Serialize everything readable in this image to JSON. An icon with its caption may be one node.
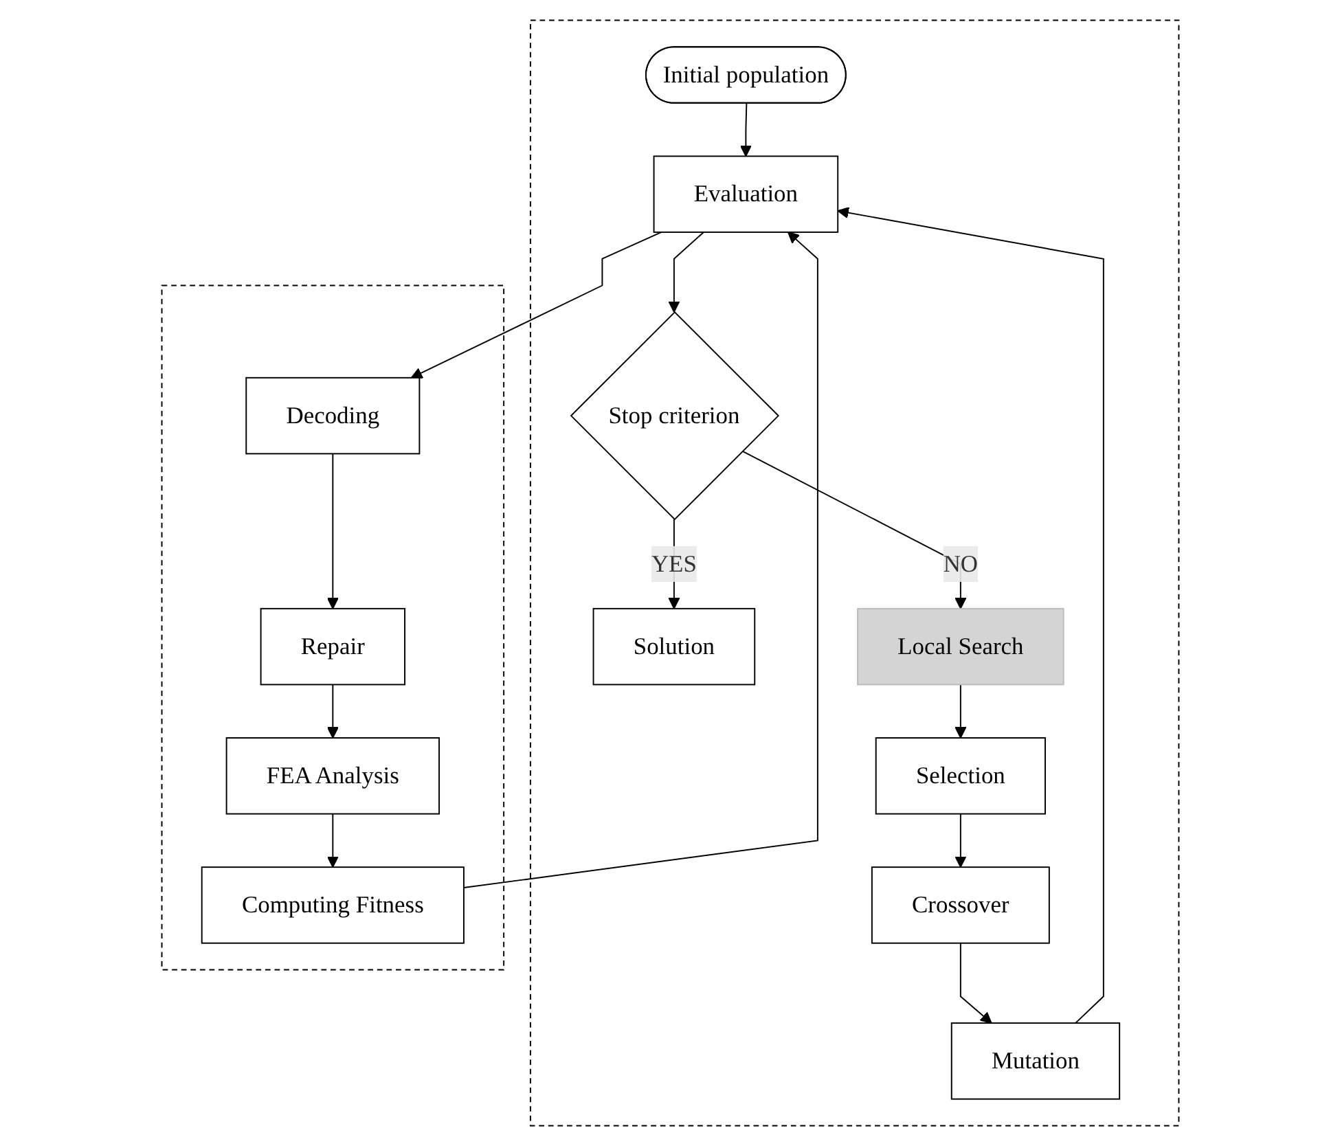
{
  "diagram": {
    "nodes": [
      {
        "text": [],
        "shape": "box"
      },
      {
        "text": [
          "Initial population"
        ],
        "in": 0
      },
      {
        "text": [
          "Evaluation"
        ],
        "in": 0
      },
      {
        "text": [
          "Stop criterion"
        ],
        "in": 0
      },
      {
        "text": [
          "Solution"
        ],
        "in": 0
      },
      {
        "text": [
          "Local Search"
        ],
        "in": 0
      },
      {
        "text": [
          "Selection"
        ],
        "in": 0
      },
      {
        "text": [
          "Crossover"
        ],
        "in": 0
      },
      {
        "text": [
          "Mutation"
        ],
        "in": 0
      },
      {
        "text": [],
        "shape": "box"
      },
      {
        "text": [
          "Decoding"
        ],
        "in": 9
      },
      {
        "text": [
          "Repair"
        ],
        "in": 9
      },
      {
        "text": [
          "FEA Analysis"
        ],
        "in": 9
      },
      {
        "text": [
          "Computing Fitness"
        ],
        "in": 9
      }
    ],
    "edges": [
      {
        "from": 1,
        "to": 2,
        "arrow": "to"
      },
      {
        "from": 2,
        "to": 10,
        "arrow": "to"
      },
      {
        "from": 13,
        "to": 2,
        "arrow": "to"
      },
      {
        "from": 2,
        "to": 3,
        "arrow": "to"
      },
      {
        "from": 3,
        "to": 4,
        "arrow": "to",
        "label": "YES"
      },
      {
        "from": 3,
        "to": 5,
        "arrow": "to",
        "label": "NO"
      },
      {
        "from": 5,
        "to": 6,
        "arrow": "to"
      },
      {
        "from": 6,
        "to": 7,
        "arrow": "to"
      },
      {
        "from": 7,
        "to": 8,
        "arrow": "to"
      },
      {
        "from": 8,
        "to": 2,
        "arrow": "to"
      },
      {
        "from": 10,
        "to": 11,
        "arrow": "to"
      },
      {
        "from": 11,
        "to": 12,
        "arrow": "to"
      },
      {
        "from": 12,
        "to": 13,
        "arrow": "to"
      }
    ]
  }
}
